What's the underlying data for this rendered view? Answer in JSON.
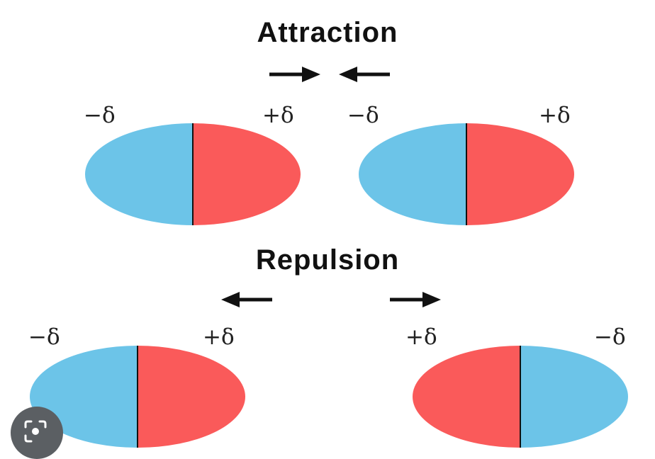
{
  "attraction": {
    "title": "Attraction",
    "left_molecule": {
      "left_charge": "−δ",
      "right_charge": "+δ"
    },
    "right_molecule": {
      "left_charge": "−δ",
      "right_charge": "+δ"
    }
  },
  "repulsion": {
    "title": "Repulsion",
    "left_molecule": {
      "left_charge": "−δ",
      "right_charge": "+δ"
    },
    "right_molecule": {
      "left_charge": "+δ",
      "right_charge": "−δ"
    }
  },
  "colors": {
    "negative": "#6cc4e8",
    "positive": "#fa5a5a",
    "text": "#111111"
  },
  "icons": {
    "visual_search": "image-search-icon"
  }
}
